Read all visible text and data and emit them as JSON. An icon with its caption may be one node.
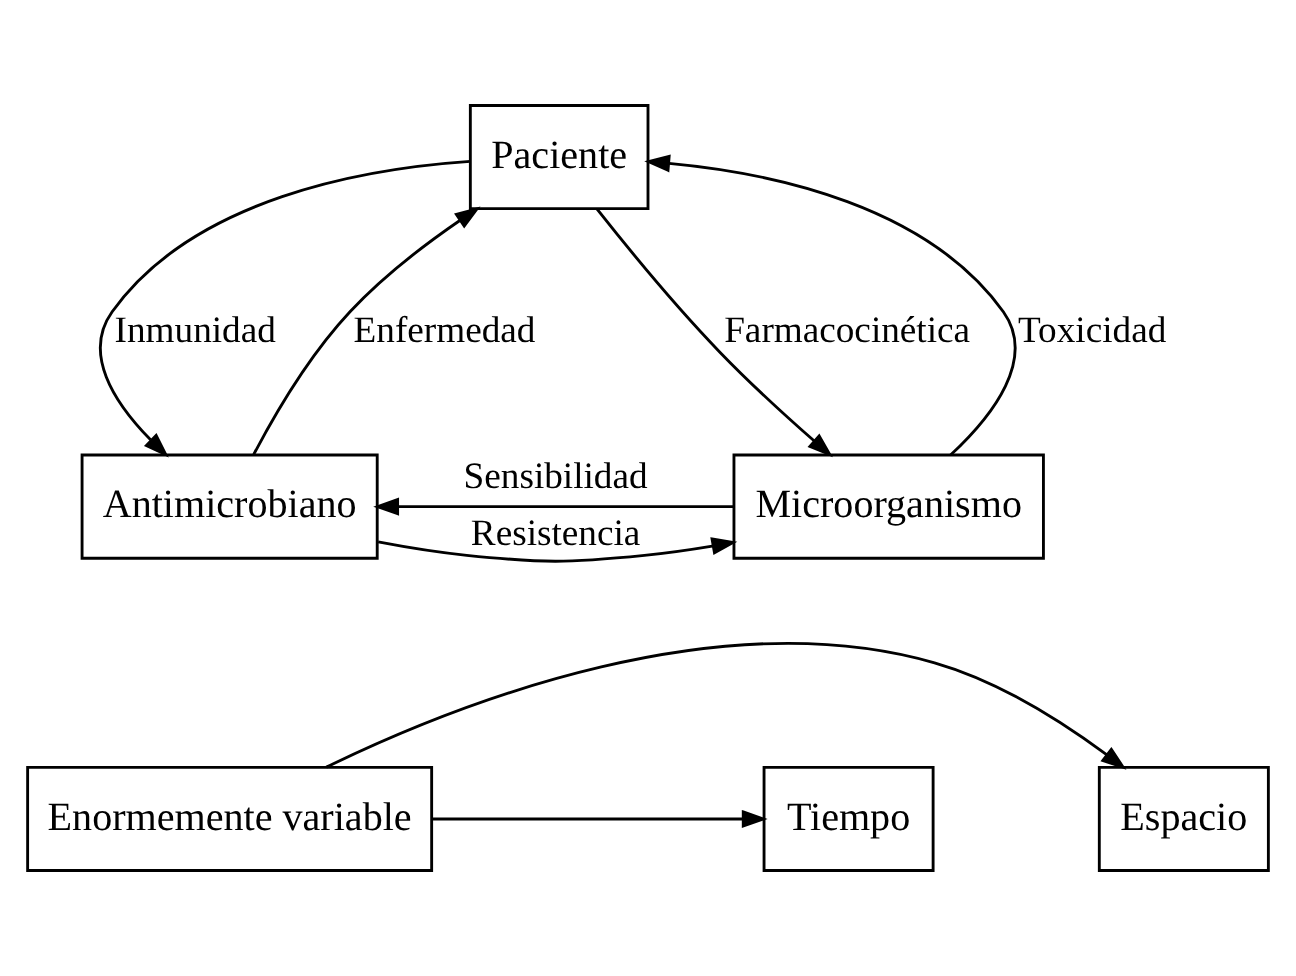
{
  "diagram": {
    "nodes": [
      {
        "text": [
          "Paciente"
        ]
      },
      {
        "text": [
          "Antimicrobiano"
        ]
      },
      {
        "text": [
          "Microorganismo"
        ]
      },
      {
        "text": [
          "Espacio"
        ]
      },
      {
        "text": [
          "Enormemente variable"
        ]
      },
      {
        "text": [
          "Tiempo"
        ]
      }
    ],
    "edges": [
      {
        "from": 1,
        "to": 0,
        "arrow": "to",
        "label": "Enfermedad"
      },
      {
        "from": 0,
        "to": 1,
        "arrow": "to",
        "label": "Inmunidad"
      },
      {
        "from": 0,
        "to": 2,
        "arrow": "to",
        "label": "Farmacocinética"
      },
      {
        "from": 2,
        "to": 0,
        "arrow": "to",
        "label": "Toxicidad"
      },
      {
        "from": 1,
        "to": 2,
        "arrow": "to",
        "label": "Resistencia"
      },
      {
        "from": 2,
        "to": 1,
        "arrow": "to",
        "label": "Sensibilidad"
      },
      {
        "from": 4,
        "to": 3,
        "arrow": "to"
      },
      {
        "from": 4,
        "to": 5,
        "arrow": "to"
      }
    ]
  }
}
